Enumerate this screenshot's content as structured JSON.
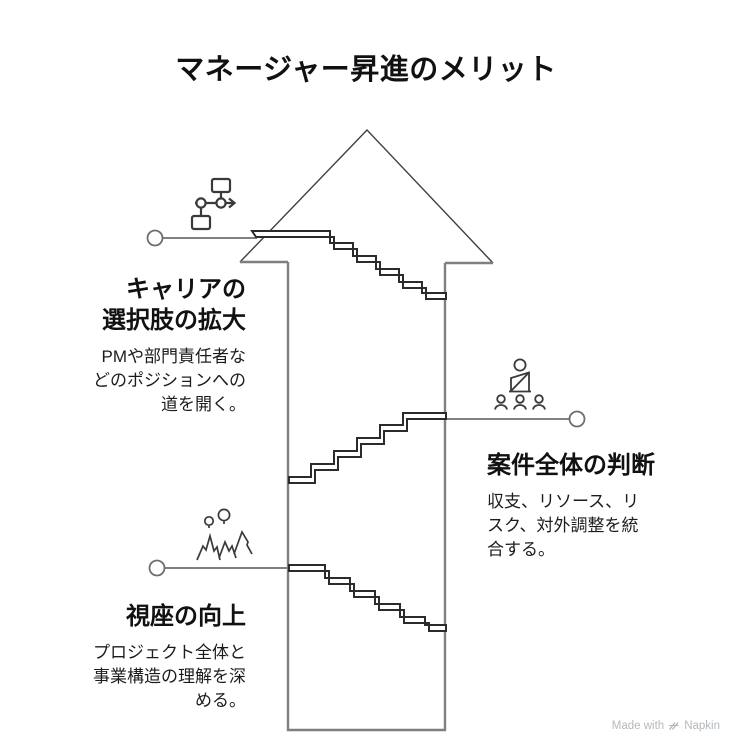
{
  "title": "マネージャー昇進のメリット",
  "sections": [
    {
      "heading": "キャリアの\n選択肢の拡大",
      "body": "PMや部門責任者な\nどのポジションへの\n道を開く。",
      "icon": "flowchart-icon"
    },
    {
      "heading": "案件全体の判断",
      "body": "収支、リソース、リ\nスク、対外調整を統\n合する。",
      "icon": "team-leader-icon"
    },
    {
      "heading": "視座の向上",
      "body": "プロジェクト全体と\n事業構造の理解を深\nめる。",
      "icon": "mountains-icon"
    }
  ],
  "watermark": {
    "prefix": "Made with",
    "brand": "Napkin"
  },
  "colors": {
    "text": "#111111",
    "body_text": "#1c1c1c",
    "arrow_outline": "#7f7f7f",
    "triangle_outline": "#3f3f3f",
    "stairs_stroke": "#2b2b2b",
    "connector": "#808080",
    "icon_stroke": "#3a3a3a",
    "watermark": "#b4b8bc",
    "background": "#ffffff"
  }
}
